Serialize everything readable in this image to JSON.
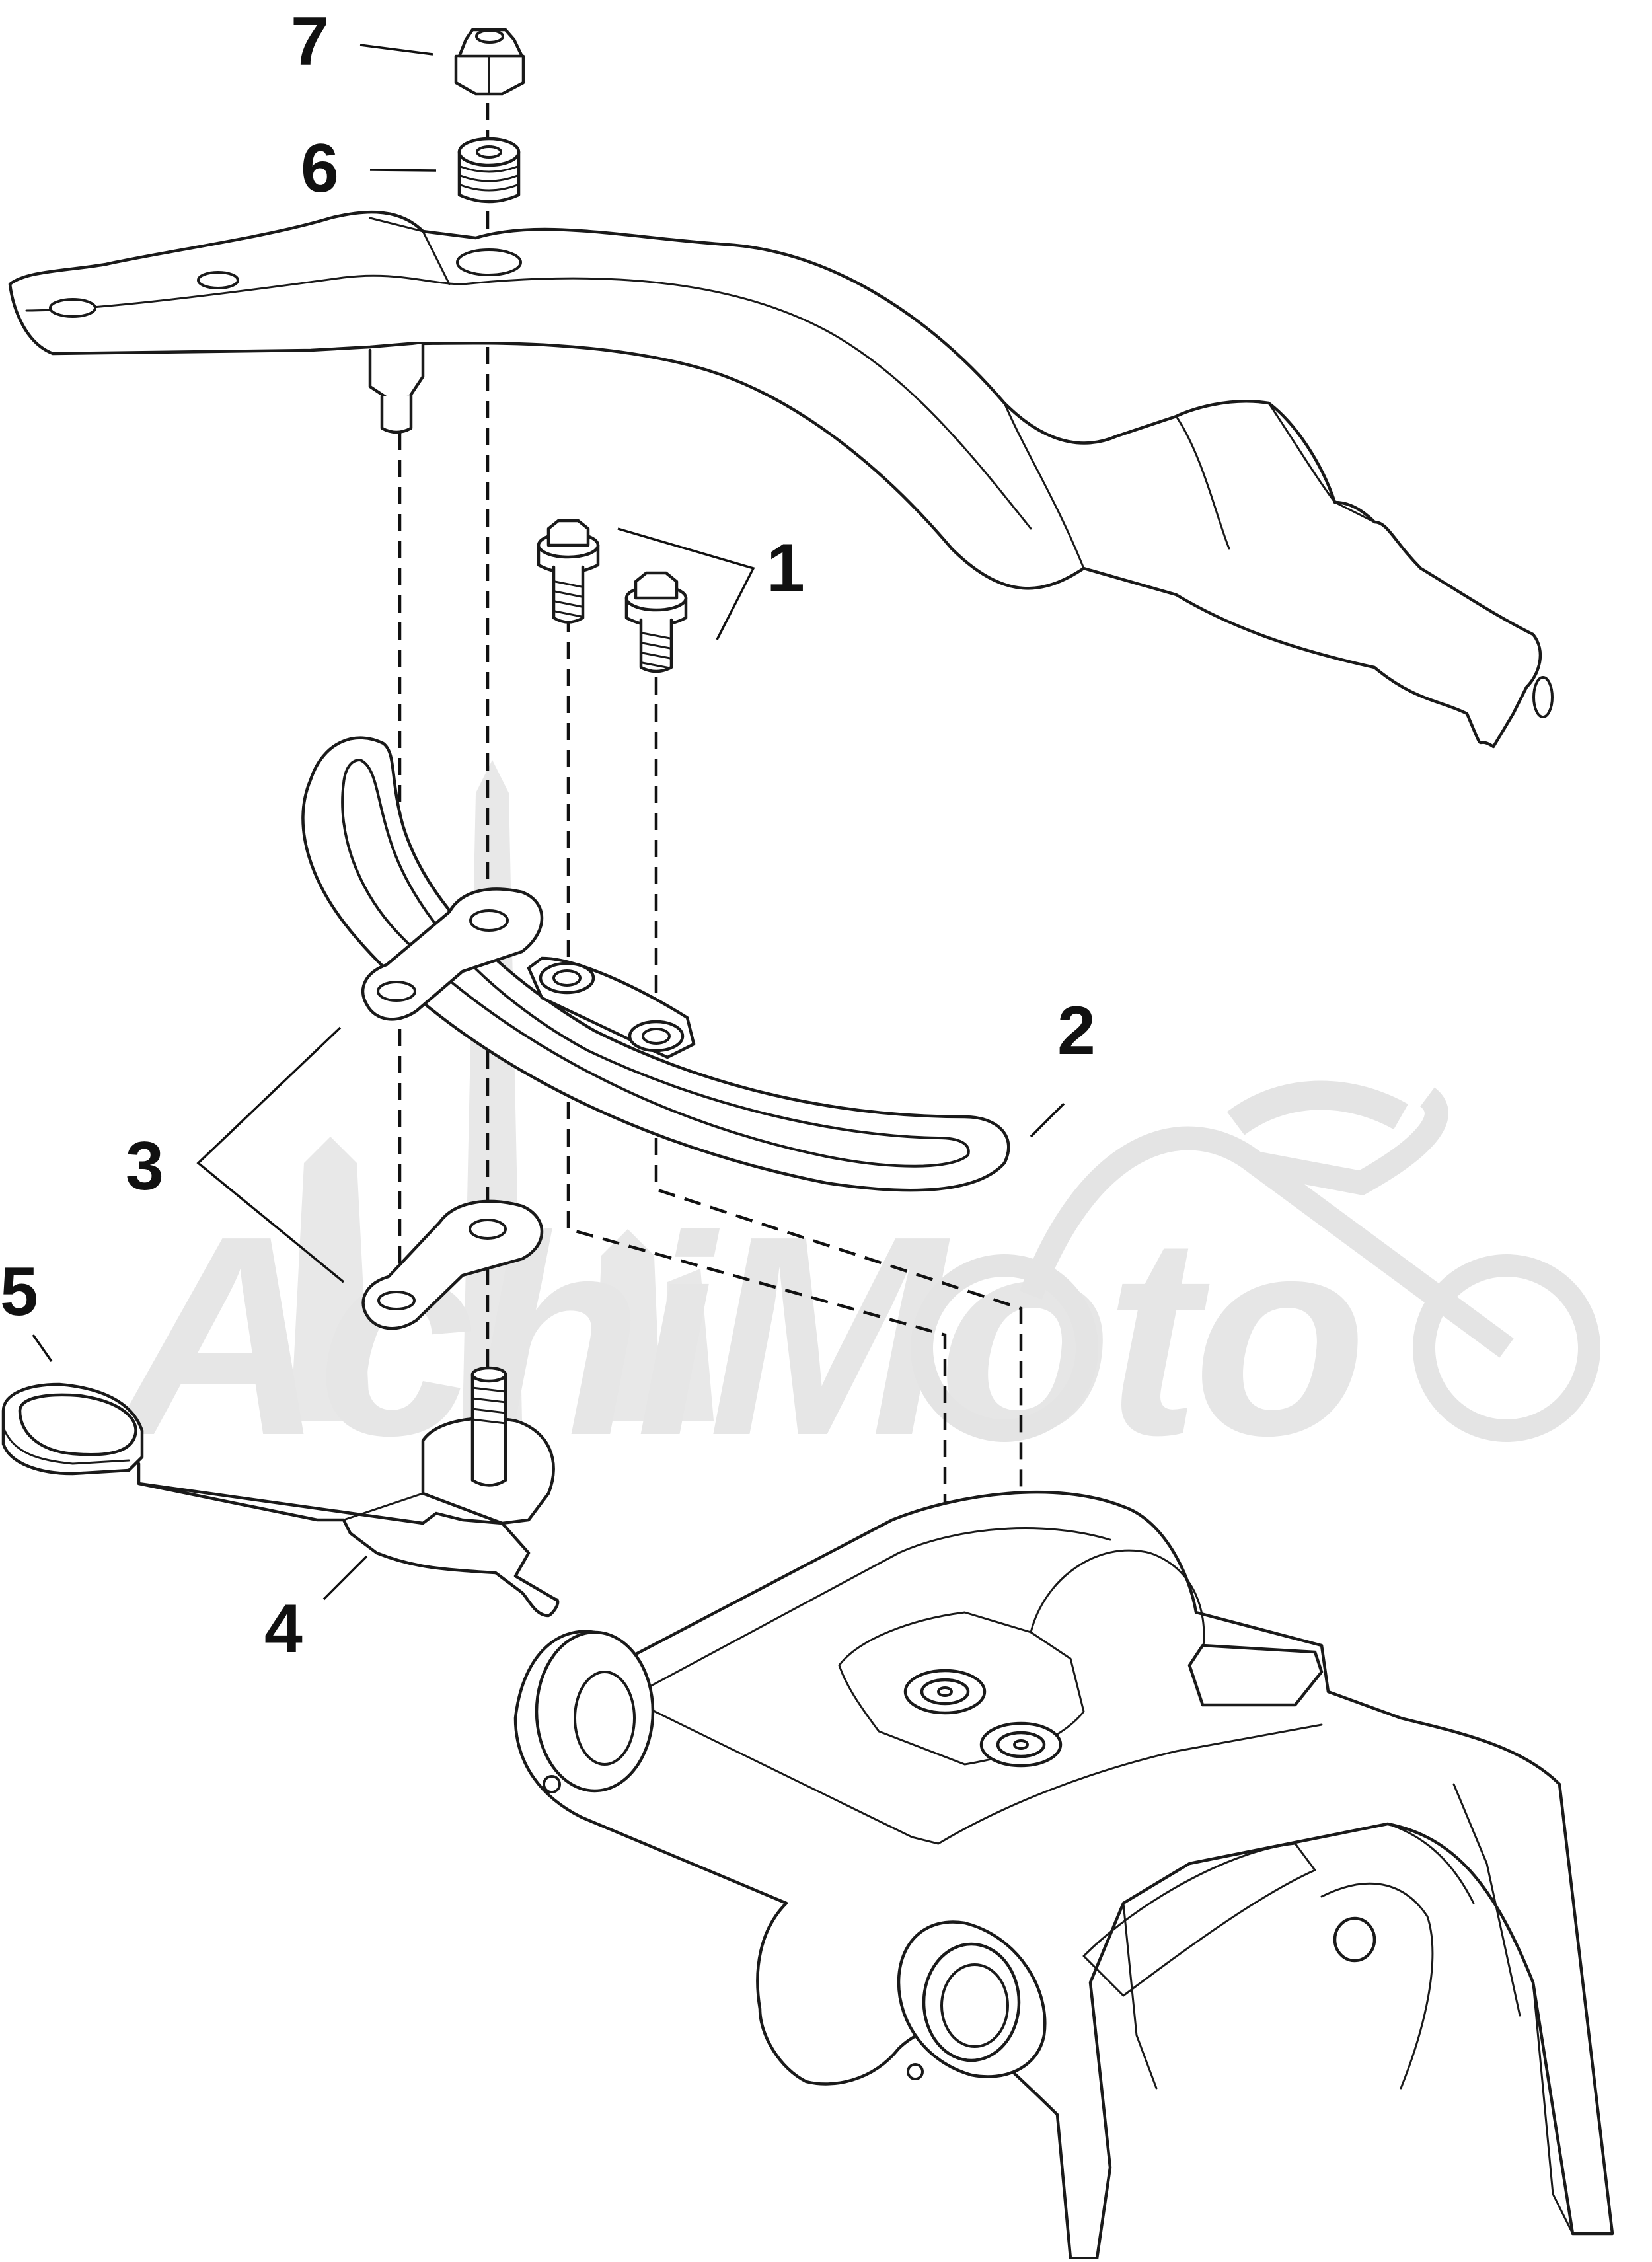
{
  "diagram": {
    "callouts": [
      {
        "id": "1",
        "label": "1"
      },
      {
        "id": "2",
        "label": "2"
      },
      {
        "id": "3",
        "label": "3"
      },
      {
        "id": "4",
        "label": "4"
      },
      {
        "id": "5",
        "label": "5"
      },
      {
        "id": "6",
        "label": "6"
      },
      {
        "id": "7",
        "label": "7"
      }
    ],
    "watermark": {
      "text": "AchiMoto"
    }
  }
}
